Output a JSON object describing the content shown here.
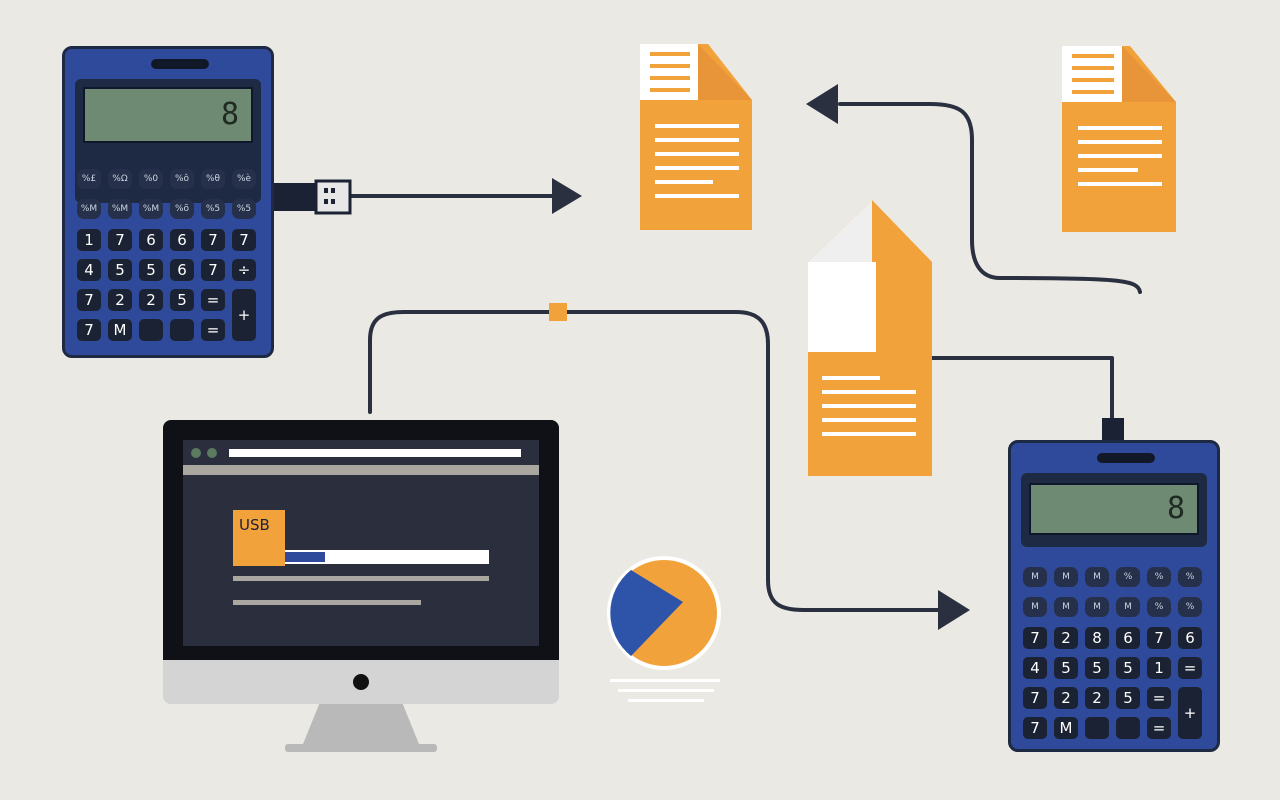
{
  "calculators": {
    "left": {
      "display": "8",
      "small_keys_row1": [
        "%£",
        "%Ω",
        "%0",
        "%ô",
        "%θ",
        "%è"
      ],
      "small_keys_row2": [
        "%M",
        "%M",
        "%M",
        "%õ",
        "%5",
        "%5"
      ],
      "keys_row3": [
        "1",
        "7",
        "6",
        "6",
        "7",
        "7"
      ],
      "keys_row4": [
        "4",
        "5",
        "5",
        "6",
        "7",
        "÷"
      ],
      "keys_row5": [
        "7",
        "2",
        "2",
        "5",
        "="
      ],
      "keys_row6": [
        "7",
        "M",
        "",
        "",
        "="
      ],
      "plus_key": "+"
    },
    "right": {
      "display": "8",
      "small_keys_row1": [
        "M",
        "M",
        "M",
        "%",
        "%",
        "%"
      ],
      "small_keys_row2": [
        "M",
        "M",
        "M",
        "M",
        "%",
        "%"
      ],
      "keys_row3": [
        "7",
        "2",
        "8",
        "6",
        "7",
        "6"
      ],
      "keys_row4": [
        "4",
        "5",
        "5",
        "5",
        "1",
        "="
      ],
      "keys_row5": [
        "7",
        "2",
        "2",
        "5",
        "="
      ],
      "keys_row6": [
        "7",
        "M",
        "",
        "",
        "="
      ],
      "plus_key": "+"
    }
  },
  "monitor": {
    "usb_label": "USB"
  },
  "colors": {
    "background": "#ebe9e4",
    "calculator_blue": "#2f4a9a",
    "document_orange": "#f2a23a",
    "connector_dark": "#2b3040",
    "screen_dark": "#2a2e3d",
    "pie_blue": "#2d54a8"
  },
  "icons": [
    "calculator-icon",
    "document-icon",
    "monitor-icon",
    "usb-plug-icon",
    "pie-chart-icon",
    "arrow-icon"
  ]
}
